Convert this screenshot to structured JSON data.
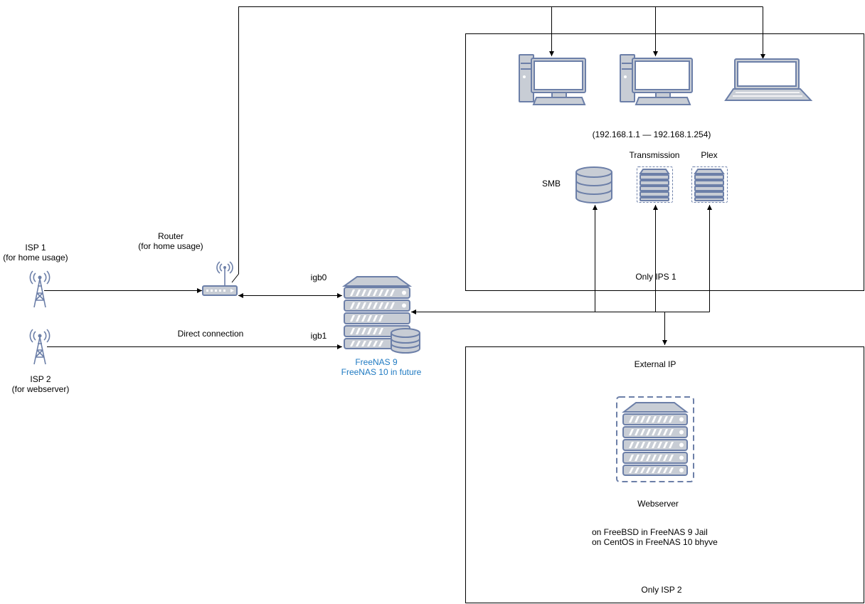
{
  "isp1": {
    "name": "ISP 1",
    "note": "(for home usage)"
  },
  "isp2": {
    "name": "ISP 2",
    "note": "(for webserver)"
  },
  "router": {
    "name": "Router",
    "note": "(for home usage)"
  },
  "links": {
    "igb0": "igb0",
    "igb1": "igb1",
    "direct": "Direct connection"
  },
  "nas": {
    "line1": "FreeNAS 9",
    "line2": "FreeNAS 10 in future",
    "color": "#1f7ac2"
  },
  "lan_zone": {
    "range": "(192.168.1.1 — 192.168.1.254)",
    "smb": "SMB",
    "transmission": "Transmission",
    "plex": "Plex",
    "footer": "Only IPS 1"
  },
  "wan_zone": {
    "title": "External IP",
    "server": "Webserver",
    "os1": "on FreeBSD in FreeNAS 9 Jail",
    "os2": "on CentOS in FreeNAS 10 bhyve",
    "footer": "Only ISP 2"
  },
  "colors": {
    "icon_stroke": "#6c7fa8",
    "icon_fill": "#c8cdd5",
    "wire": "#000000"
  },
  "icons": [
    "cell-tower-icon",
    "router-icon",
    "server-rack-icon",
    "database-icon",
    "desktop-computer-icon",
    "laptop-icon"
  ]
}
